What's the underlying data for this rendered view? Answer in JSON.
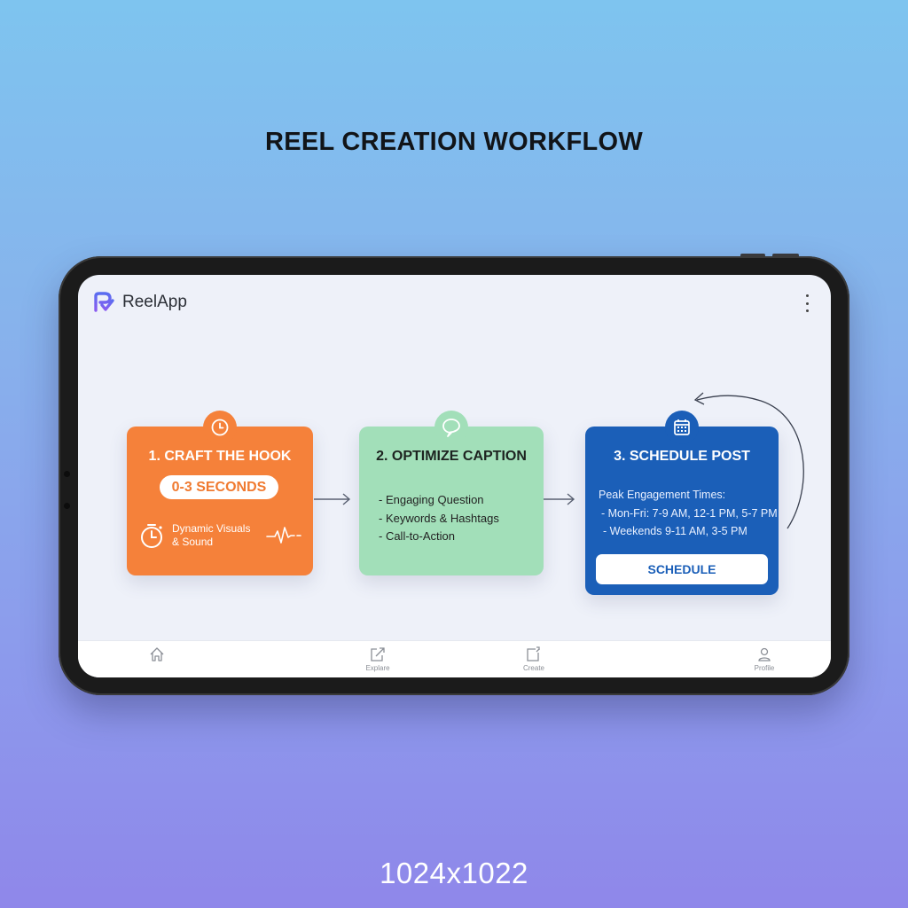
{
  "page": {
    "title": "REEL CREATION WORKFLOW",
    "dimensions_label": "1024x1022"
  },
  "app": {
    "name": "ReelApp",
    "menu_icon": "more-vertical-icon",
    "brand_color": "#6a5cf0"
  },
  "workflow": {
    "steps": [
      {
        "title": "1. CRAFT THE HOOK",
        "icon": "clock-icon",
        "color": "#f5813a",
        "pill": "0-3 SECONDS",
        "footer_text": "Dynamic Visuals & Sound",
        "footer_icons": [
          "stopwatch-icon",
          "heartbeat-icon"
        ]
      },
      {
        "title": "2. OPTIMIZE CAPTION",
        "icon": "speech-bubble-icon",
        "color": "#a2dfb9",
        "items": [
          "- Engaging Question",
          "- Keywords & Hashtags",
          "- Call-to-Action"
        ]
      },
      {
        "title": "3. SCHEDULE POST",
        "icon": "calendar-icon",
        "color": "#1b5fb8",
        "subtitle": "Peak Engagement Times:",
        "items": [
          "- Mon-Fri: 7-9 AM, 12-1 PM, 5-7 PM",
          "- Weekends 9-11 AM, 3-5 PM"
        ],
        "button_label": "SCHEDULE"
      }
    ]
  },
  "bottom_nav": {
    "items": [
      {
        "label": "",
        "icon": "home-icon"
      },
      {
        "label": "Explare",
        "icon": "share-icon"
      },
      {
        "label": "Create",
        "icon": "create-icon"
      },
      {
        "label": "Profile",
        "icon": "user-icon"
      }
    ]
  }
}
